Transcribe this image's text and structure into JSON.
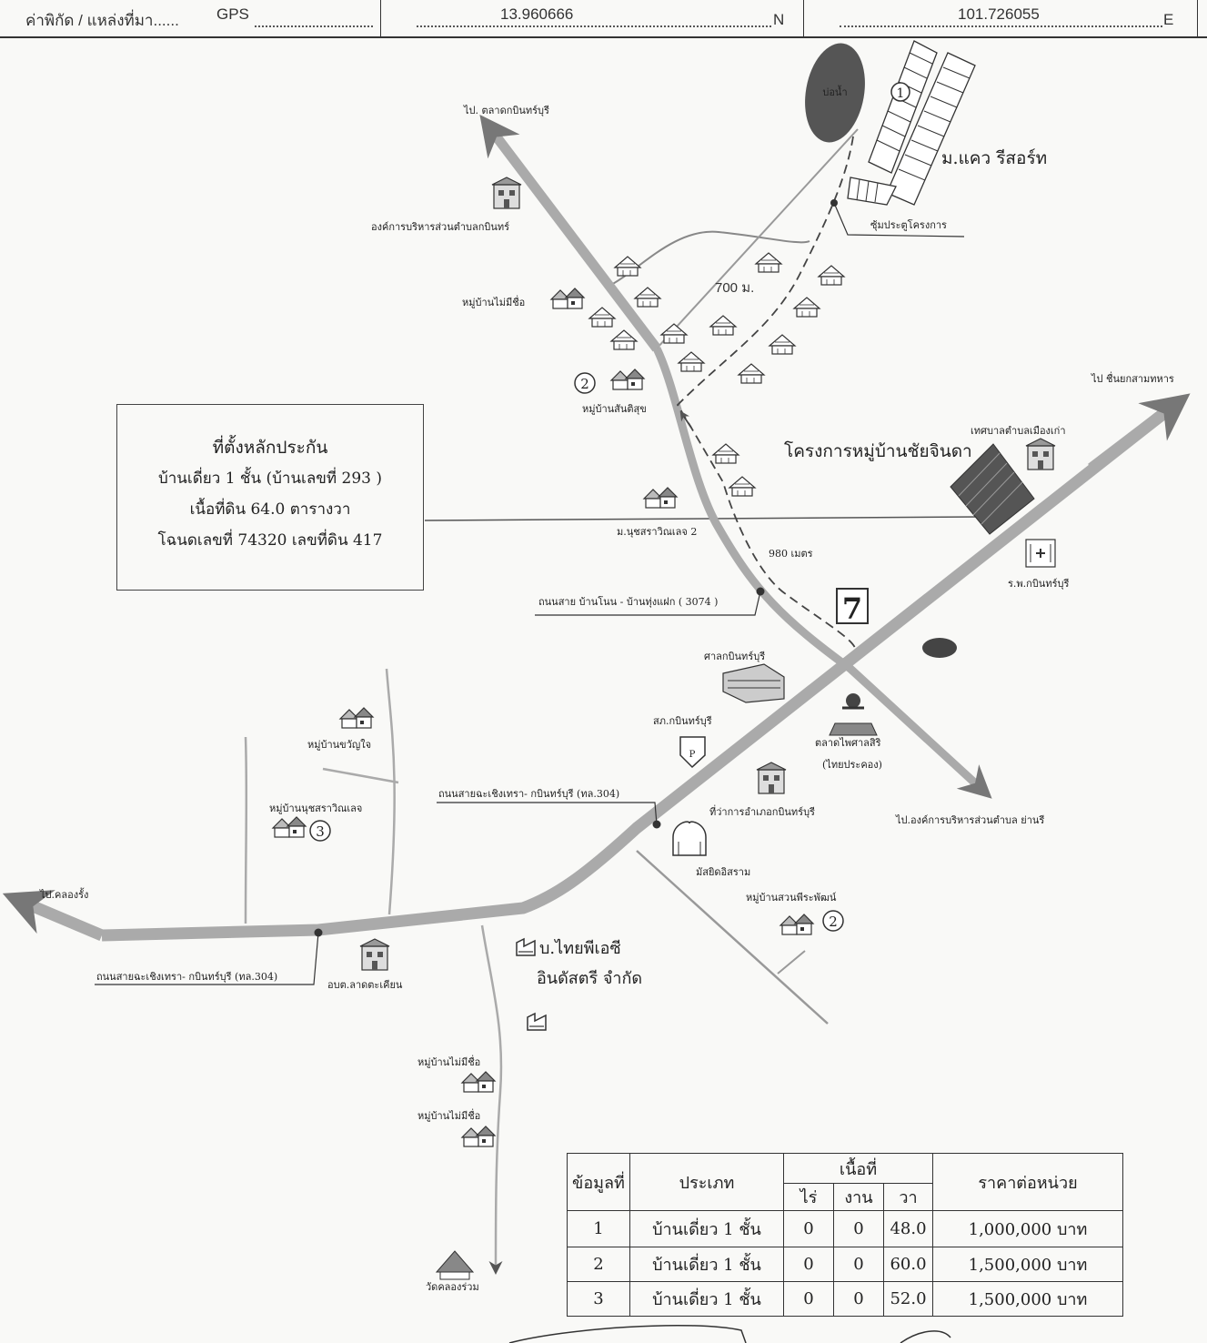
{
  "header": {
    "label": "ค่าพิกัด / แหล่งที่มา......",
    "source": "GPS",
    "latitude": "13.960666",
    "lat_suffix": "N",
    "longitude": "101.726055",
    "lon_suffix": "E"
  },
  "map_labels": {
    "to_market": "ไป. ตลาดกบินทร์บุรี",
    "sao_office": "องค์การบริหารส่วนตำบลกบินทร์",
    "pond": "บ่อน้ำ",
    "kaew_resort": "ม.แคว รีสอร์ท",
    "project_gate": "ซุ้มประตูโครงการ",
    "distance_700": "700 ม.",
    "unnamed_village_top": "หมู่บ้านไม่มีชื่อ",
    "santisuk_village": "หมู่บ้านสันติสุข",
    "to_military": "ไป ชื่นยกสามทหาร",
    "chaijinda_project": "โครงการหมู่บ้านชัยจินดา",
    "municipality": "เทศบาลตำบลเมืองเก่า",
    "nussara_2": "ม.นุชสราวิณเลจ 2",
    "distance_980": "980 เมตร",
    "hospital": "ร.พ.กบินทร์บุรี",
    "road_3074": "ถนนสาย บ้านโนน - บ้านทุ่งแฝก ( 3074 )",
    "court": "ศาลกบินทร์บุรี",
    "police": "สภ.กบินทร์บุรี",
    "market_phaisan": "ตลาดไพศาลสิริ",
    "market_phaisan_sub": "(ไทยประคอง)",
    "district_office": "ที่ว่าการอำเภอกบินทร์บุรี",
    "to_sao_warin": "ไป.องค์การบริหารส่วนตำบล ย่านรี",
    "kwanjai_village": "หมู่บ้านขวัญใจ",
    "nussara_village": "หมู่บ้านนุชสราวิณเลจ",
    "road_304_upper": "ถนนสายฉะเชิงเทรา- กบินทร์บุรี (ทล.304)",
    "mosque": "มัสยิดอิสราม",
    "to_khlong_rang": "ไป.คลองรั้ง",
    "suanphi_village": "หมู่บ้านสวนพีระพัฒน์",
    "thai_pec_1": "บ.ไทยพีเอซี",
    "thai_pec_2": "อินดัสตรี จำกัด",
    "road_304_lower": "ถนนสายฉะเชิงเทรา- กบินทร์บุรี (ทล.304)",
    "sao_lat": "อบต.ลาดตะเคียน",
    "unnamed_village_1": "หมู่บ้านไม่มีชื่อ",
    "unnamed_village_2": "หมู่บ้านไม่มีชื่อ",
    "wat": "วัดคลองร่วม",
    "marker_1": "1",
    "marker_2": "2",
    "marker_3": "3",
    "seven_eleven": "7"
  },
  "collateral_box": {
    "title": "ที่ตั้งหลักประกัน",
    "line1": "บ้านเดี่ยว 1 ชั้น (บ้านเลขที่ 293 )",
    "line2": "เนื้อที่ดิน 64.0 ตารางวา",
    "line3": "โฉนดเลขที่ 74320 เลขที่ดิน 417"
  },
  "comparison_table": {
    "headers": {
      "no": "ข้อมูลที่",
      "type": "ประเภท",
      "area": "เนื้อที่",
      "rai": "ไร่",
      "ngan": "งาน",
      "wa": "วา",
      "price": "ราคาต่อหน่วย"
    },
    "rows": [
      {
        "no": "1",
        "type": "บ้านเดี่ยว 1 ชั้น",
        "rai": "0",
        "ngan": "0",
        "wa": "48.0",
        "price": "1,000,000 บาท"
      },
      {
        "no": "2",
        "type": "บ้านเดี่ยว 1 ชั้น",
        "rai": "0",
        "ngan": "0",
        "wa": "60.0",
        "price": "1,500,000 บาท"
      },
      {
        "no": "3",
        "type": "บ้านเดี่ยว 1 ชั้น",
        "rai": "0",
        "ngan": "0",
        "wa": "52.0",
        "price": "1,500,000 บาท"
      }
    ]
  }
}
